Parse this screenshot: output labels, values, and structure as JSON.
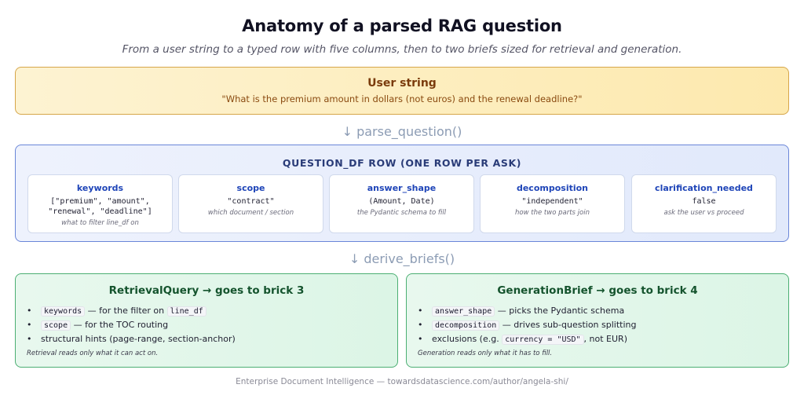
{
  "title": "Anatomy of a parsed RAG question",
  "subtitle": "From a user string to a typed row with five columns, then to two briefs sized for retrieval and generation.",
  "user_string": {
    "title": "User string",
    "quote": "\"What is the premium amount in dollars (not euros) and the renewal deadline?\""
  },
  "arrow1": "↓ parse_question()",
  "question_row": {
    "title": "QUESTION_DF ROW (ONE ROW PER ASK)",
    "columns": [
      {
        "name": "keywords",
        "value": "[\"premium\", \"amount\",\n\"renewal\", \"deadline\"]",
        "desc": "what to filter line_df on"
      },
      {
        "name": "scope",
        "value": "\"contract\"",
        "desc": "which document / section"
      },
      {
        "name": "answer_shape",
        "value": "(Amount, Date)",
        "desc": "the Pydantic schema to fill"
      },
      {
        "name": "decomposition",
        "value": "\"independent\"",
        "desc": "how the two parts join"
      },
      {
        "name": "clarification_needed",
        "value": "false",
        "desc": "ask the user vs proceed"
      }
    ]
  },
  "arrow2": "↓ derive_briefs()",
  "retrieval": {
    "title": "RetrievalQuery → goes to brick 3",
    "items": [
      {
        "code": "keywords",
        "text": " — for the filter on ",
        "code2": "line_df",
        "text2": ""
      },
      {
        "code": "scope",
        "text": " — for the TOC routing",
        "code2": "",
        "text2": ""
      },
      {
        "code": "",
        "text": "structural hints (page-range, section-anchor)",
        "code2": "",
        "text2": ""
      }
    ],
    "note": "Retrieval reads only what it can act on."
  },
  "generation": {
    "title": "GenerationBrief → goes to brick 4",
    "items": [
      {
        "code": "answer_shape",
        "text": " — picks the Pydantic schema",
        "code2": "",
        "text2": ""
      },
      {
        "code": "decomposition",
        "text": " — drives sub-question splitting",
        "code2": "",
        "text2": ""
      },
      {
        "code": "",
        "text": "exclusions (e.g. ",
        "code2": "currency = \"USD\"",
        "text2": ", not EUR)"
      }
    ],
    "note": "Generation reads only what it has to fill."
  },
  "footer": "Enterprise Document Intelligence — towardsdatascience.com/author/angela-shi/",
  "colors": {
    "user_border": "#d6a64a",
    "row_border": "#6a86d8",
    "brief_border": "#4caf73",
    "column_name": "#1f45b8"
  }
}
